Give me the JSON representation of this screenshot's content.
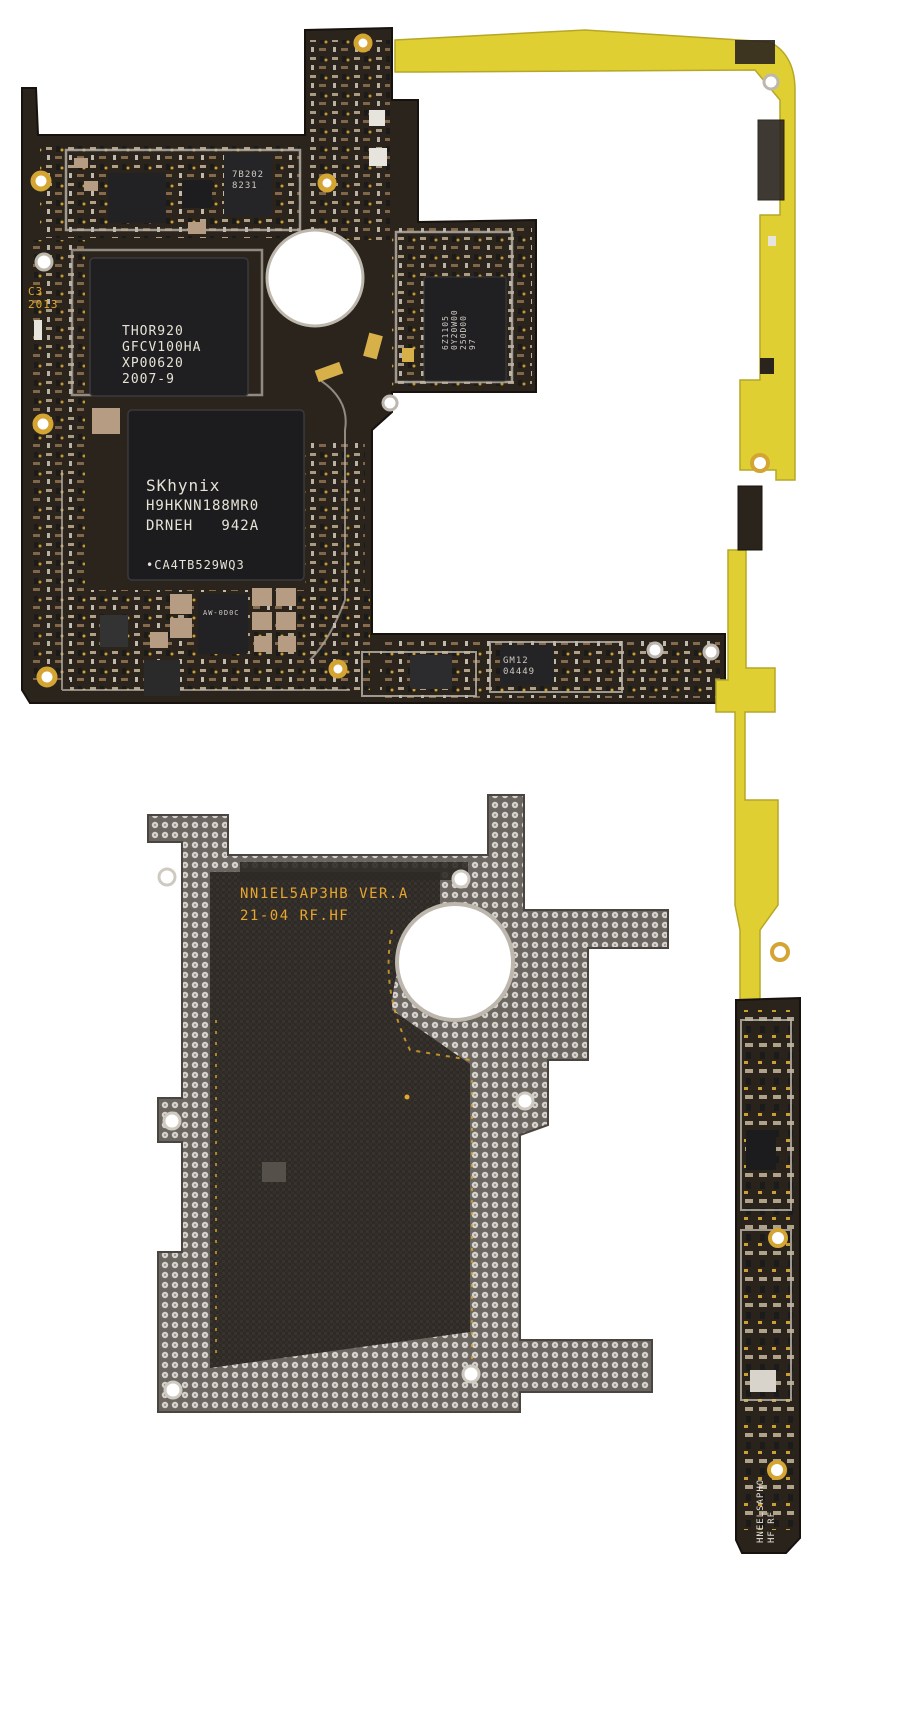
{
  "image": {
    "subject": "logic-boards",
    "colors": {
      "background": "#ffffff",
      "pcb": "#2b241d",
      "pcb_edge": "#1c1712",
      "flex_cable": "#e3d132",
      "chip": "#1e1e20",
      "gold_pad": "#d4a533",
      "shield_mesh": "#8f8a84"
    },
    "board_markings": {
      "board_code": "C3\n2013",
      "soc": [
        "THOR920",
        "GFCV100HA",
        "XP00620",
        "2007-9"
      ],
      "memory": [
        "SKhynix",
        "H9HKNN188MR0",
        "DRNEH   942A",
        "•CA4TB529WQ3"
      ],
      "chip_small_1": "7B202\n8231",
      "chip_small_2": "GM12\n04449",
      "chip_small_3": "AW-0D0C",
      "chip_rotated": "6Z1105\n0Y20W00\n250D00\n97",
      "flex_label": "HNEELSAPHO\nHF RF",
      "rf_board_label": "NN1EL5AP3HB VER.A\n21-04 RF.HF"
    }
  }
}
